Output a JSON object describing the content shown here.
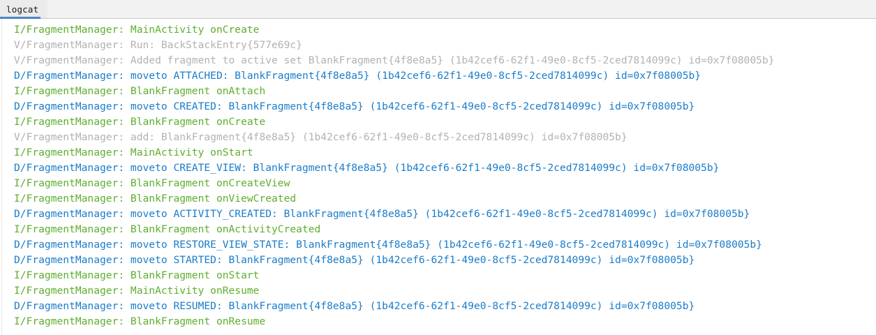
{
  "toolwindow": {
    "tab_label": "logcat",
    "accent_color": "#4a86c8"
  },
  "console": {
    "level_colors": {
      "I": "#5eae2e",
      "D": "#1a7cc9",
      "V": "#b2b2b2"
    },
    "lines": [
      {
        "level": "I",
        "text": "I/FragmentManager: MainActivity onCreate"
      },
      {
        "level": "V",
        "text": "V/FragmentManager: Run: BackStackEntry{577e69c}"
      },
      {
        "level": "V",
        "text": "V/FragmentManager: Added fragment to active set BlankFragment{4f8e8a5} (1b42cef6-62f1-49e0-8cf5-2ced7814099c) id=0x7f08005b}"
      },
      {
        "level": "D",
        "text": "D/FragmentManager: moveto ATTACHED: BlankFragment{4f8e8a5} (1b42cef6-62f1-49e0-8cf5-2ced7814099c) id=0x7f08005b}"
      },
      {
        "level": "I",
        "text": "I/FragmentManager: BlankFragment onAttach"
      },
      {
        "level": "D",
        "text": "D/FragmentManager: moveto CREATED: BlankFragment{4f8e8a5} (1b42cef6-62f1-49e0-8cf5-2ced7814099c) id=0x7f08005b}"
      },
      {
        "level": "I",
        "text": "I/FragmentManager: BlankFragment onCreate"
      },
      {
        "level": "V",
        "text": "V/FragmentManager: add: BlankFragment{4f8e8a5} (1b42cef6-62f1-49e0-8cf5-2ced7814099c) id=0x7f08005b}"
      },
      {
        "level": "I",
        "text": "I/FragmentManager: MainActivity onStart"
      },
      {
        "level": "D",
        "text": "D/FragmentManager: moveto CREATE_VIEW: BlankFragment{4f8e8a5} (1b42cef6-62f1-49e0-8cf5-2ced7814099c) id=0x7f08005b}"
      },
      {
        "level": "I",
        "text": "I/FragmentManager: BlankFragment onCreateView"
      },
      {
        "level": "I",
        "text": "I/FragmentManager: BlankFragment onViewCreated"
      },
      {
        "level": "D",
        "text": "D/FragmentManager: moveto ACTIVITY_CREATED: BlankFragment{4f8e8a5} (1b42cef6-62f1-49e0-8cf5-2ced7814099c) id=0x7f08005b}"
      },
      {
        "level": "I",
        "text": "I/FragmentManager: BlankFragment onActivityCreated"
      },
      {
        "level": "D",
        "text": "D/FragmentManager: moveto RESTORE_VIEW_STATE: BlankFragment{4f8e8a5} (1b42cef6-62f1-49e0-8cf5-2ced7814099c) id=0x7f08005b}"
      },
      {
        "level": "D",
        "text": "D/FragmentManager: moveto STARTED: BlankFragment{4f8e8a5} (1b42cef6-62f1-49e0-8cf5-2ced7814099c) id=0x7f08005b}"
      },
      {
        "level": "I",
        "text": "I/FragmentManager: BlankFragment onStart"
      },
      {
        "level": "I",
        "text": "I/FragmentManager: MainActivity onResume"
      },
      {
        "level": "D",
        "text": "D/FragmentManager: moveto RESUMED: BlankFragment{4f8e8a5} (1b42cef6-62f1-49e0-8cf5-2ced7814099c) id=0x7f08005b}"
      },
      {
        "level": "I",
        "text": "I/FragmentManager: BlankFragment onResume"
      }
    ]
  }
}
